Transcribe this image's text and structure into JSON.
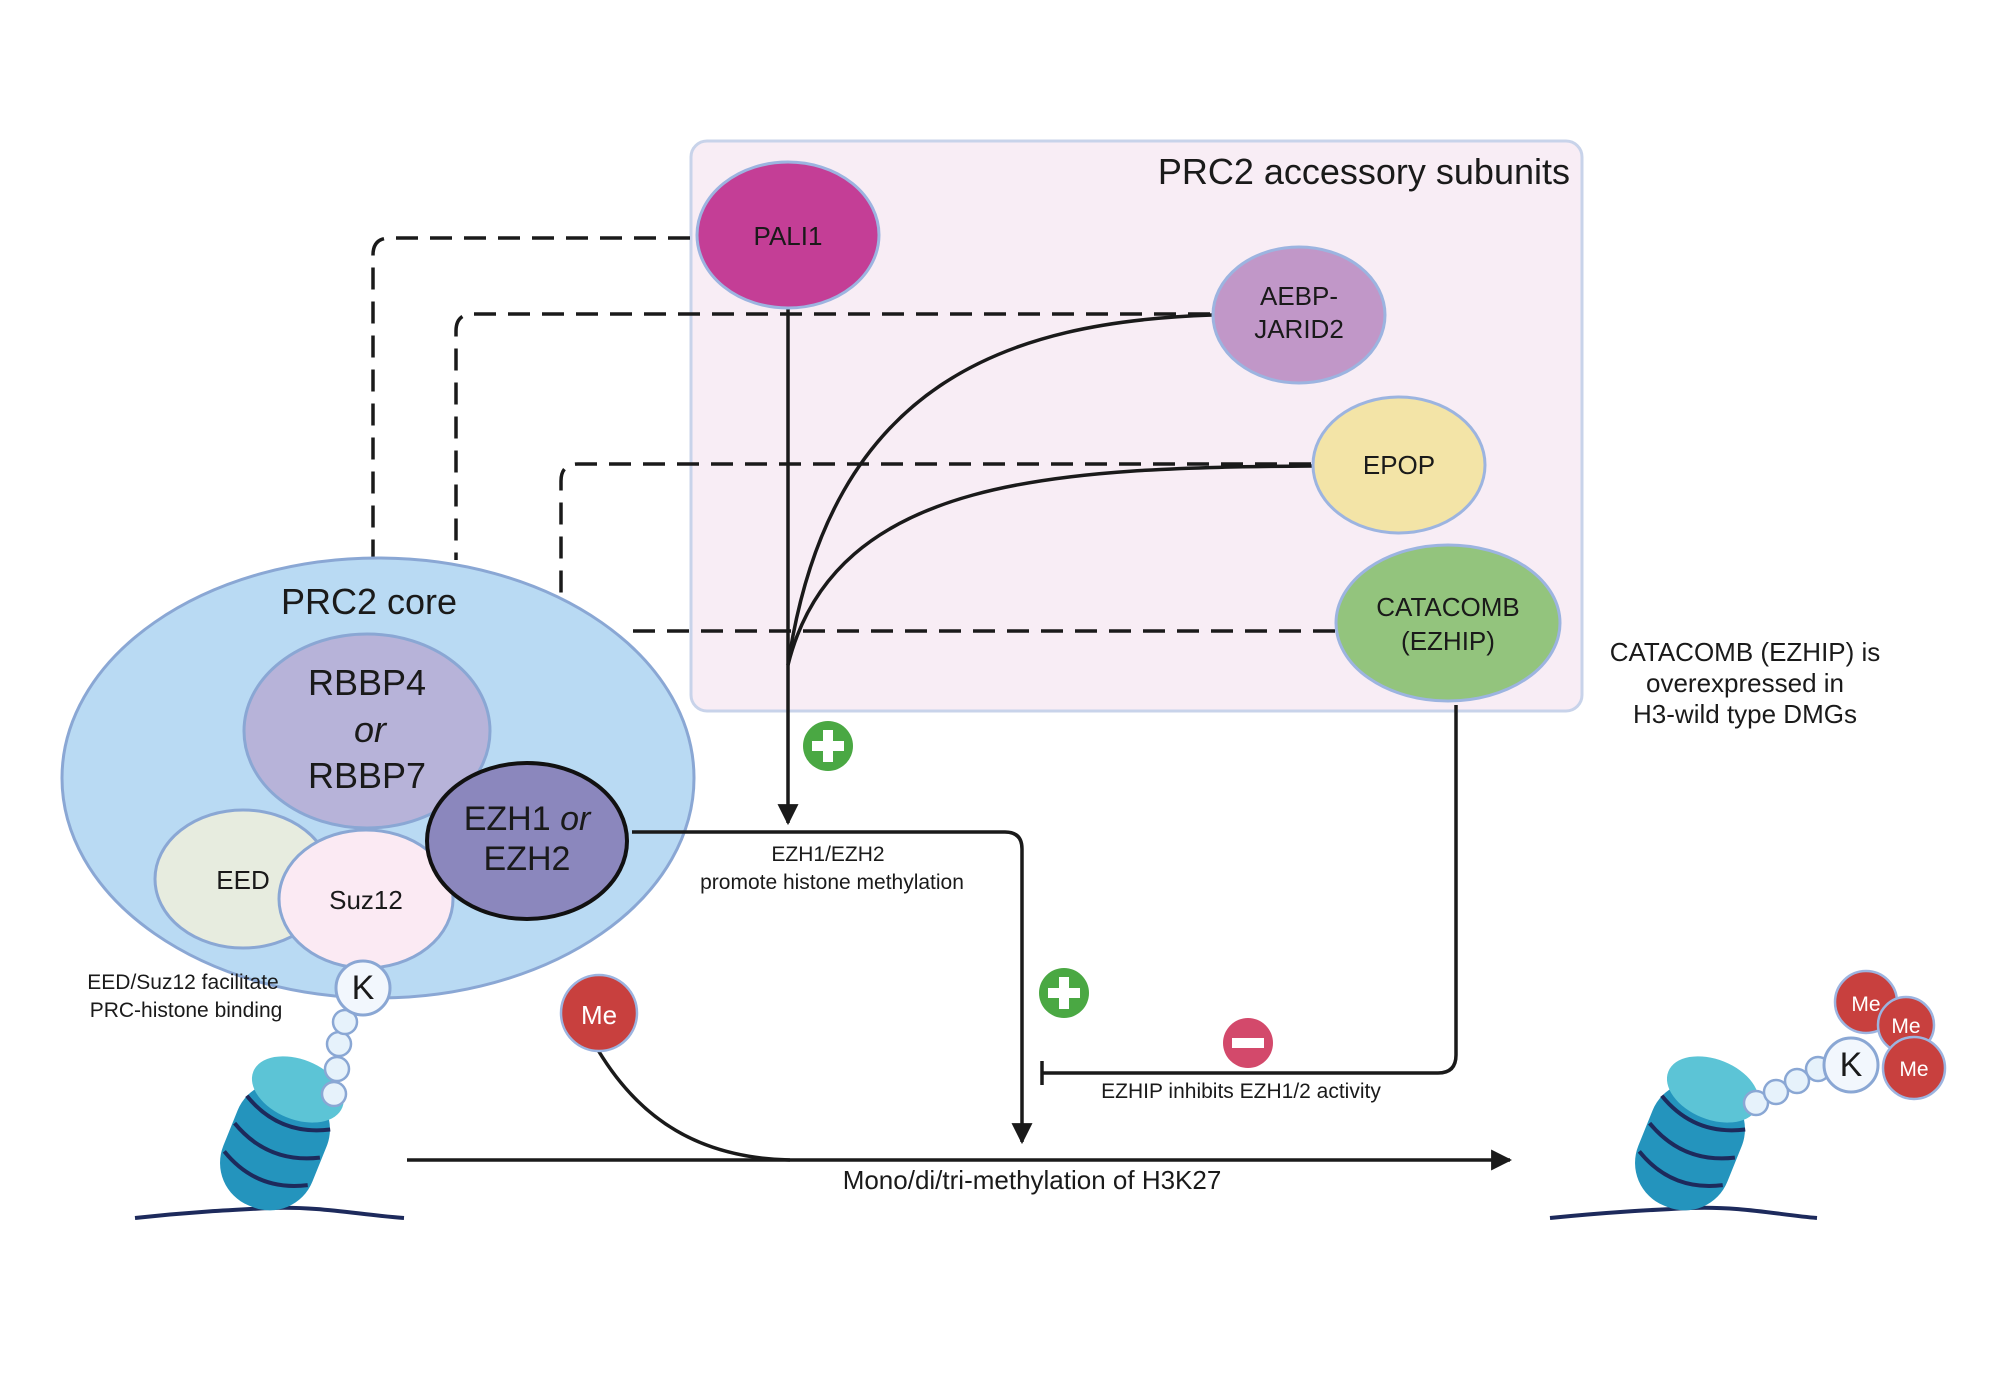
{
  "accessory_box": {
    "title": "PRC2 accessory subunits"
  },
  "core": {
    "title": "PRC2 core",
    "rbbp": {
      "line1": "RBBP4",
      "line2": "or",
      "line3": "RBBP7"
    },
    "eed": "EED",
    "suz12": "Suz12",
    "ezh": {
      "line1a": "EZH1 ",
      "line1b": "or",
      "line2": "EZH2"
    }
  },
  "subunits": {
    "pali1": "PALI1",
    "aebp": {
      "line1": "AEBP-",
      "line2": "JARID2"
    },
    "epop": "EPOP",
    "catacomb": {
      "line1": "CATACOMB",
      "line2": "(EZHIP)"
    }
  },
  "annotations": {
    "catacomb_note": {
      "line1": "CATACOMB (EZHIP) is",
      "line2": "overexpressed in",
      "line3": "H3-wild type DMGs"
    },
    "ezh_note": {
      "line1": "EZH1/EZH2",
      "line2": "promote histone methylation"
    },
    "eed_note": {
      "line1": "EED/Suz12 facilitate",
      "line2": "PRC-histone binding"
    },
    "ezhip_note": "EZHIP inhibits EZH1/2 activity",
    "reaction": "Mono/di/tri-methylation of H3K27"
  },
  "marks": {
    "lysine": "K",
    "methyl": "Me"
  },
  "colors": {
    "pali1": "#c43e96",
    "aebp": "#c197c8",
    "epop": "#f3e4a7",
    "catacomb": "#93c47d",
    "core": "#b9daf3",
    "rbbp": "#b7b3d9",
    "eed": "#e7ecdf",
    "suz12": "#fbeaf3",
    "ezh": "#8b87bd",
    "methyl": "#c8403e",
    "plus": "#4aa843",
    "minus": "#d3496b",
    "nucleosome": "#2ea3c4"
  }
}
